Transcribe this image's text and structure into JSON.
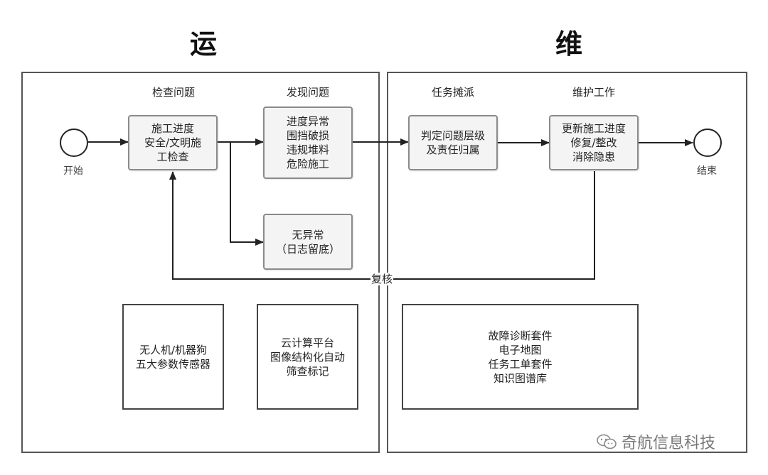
{
  "headings": {
    "left": "运",
    "right": "维"
  },
  "columns": {
    "check": "检查问题",
    "find": "发现问题",
    "dispatch": "任务摊派",
    "maintain": "维护工作"
  },
  "start_label": "开始",
  "end_label": "结束",
  "nodes": {
    "check": [
      "施工进度",
      "安全/文明施",
      "工检查"
    ],
    "problems": [
      "进度异常",
      "围挡破损",
      "违规堆料",
      "危险施工"
    ],
    "normal": [
      "无异常",
      "（日志留底）"
    ],
    "dispatch": [
      "判定问题层级",
      "及责任归属"
    ],
    "maintain": [
      "更新施工进度",
      "修复/整改",
      "消除隐患"
    ]
  },
  "recheck_label": "复核",
  "info_boxes": {
    "sensors": [
      "无人机/机器狗",
      "五大参数传感器"
    ],
    "cloud": [
      "云计算平台",
      "图像结构化自动",
      "筛查标记"
    ],
    "tools": [
      "故障诊断套件",
      "电子地图",
      "任务工单套件",
      "知识图谱库"
    ]
  },
  "watermark": "奇航信息科技"
}
